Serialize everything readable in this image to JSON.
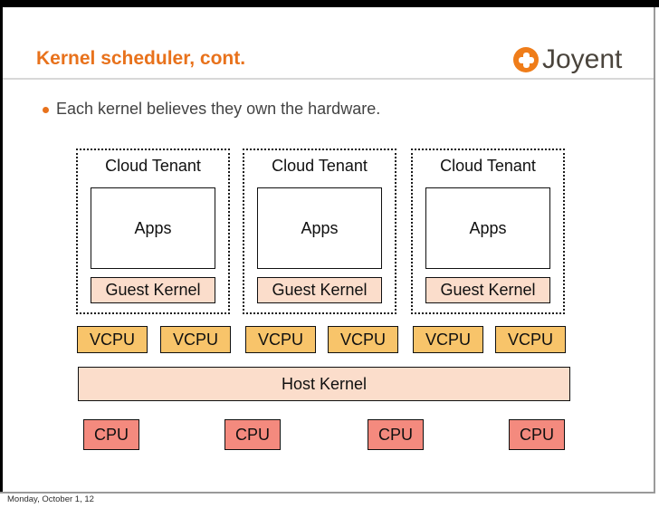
{
  "header": {
    "title": "Kernel scheduler, cont.",
    "logo_text": "Joyent"
  },
  "bullet": {
    "text": "Each kernel believes they own the hardware."
  },
  "diagram": {
    "tenants": [
      {
        "label": "Cloud Tenant",
        "apps": "Apps",
        "guest_kernel": "Guest Kernel"
      },
      {
        "label": "Cloud Tenant",
        "apps": "Apps",
        "guest_kernel": "Guest Kernel"
      },
      {
        "label": "Cloud Tenant",
        "apps": "Apps",
        "guest_kernel": "Guest Kernel"
      }
    ],
    "vcpus": [
      "VCPU",
      "VCPU",
      "VCPU",
      "VCPU",
      "VCPU",
      "VCPU"
    ],
    "host_kernel": "Host Kernel",
    "cpus": [
      "CPU",
      "CPU",
      "CPU",
      "CPU"
    ]
  },
  "footer": {
    "date": "Monday, October 1, 12"
  },
  "icons": {
    "logo_plus": "plus-in-circle"
  },
  "colors": {
    "title_orange": "#e8721c",
    "logo_orange": "#ef7d1a",
    "logo_text": "#4a443c",
    "bullet_text": "#434343",
    "vcpu_fill": "#f8c46a",
    "cpu_fill": "#f48a7e",
    "kernel_fill": "#fbddcb",
    "box_border": "#101010",
    "frame_black": "#000000",
    "frame_gray_line": "#9a9a9a",
    "divider_gray": "#d8d8d8"
  }
}
